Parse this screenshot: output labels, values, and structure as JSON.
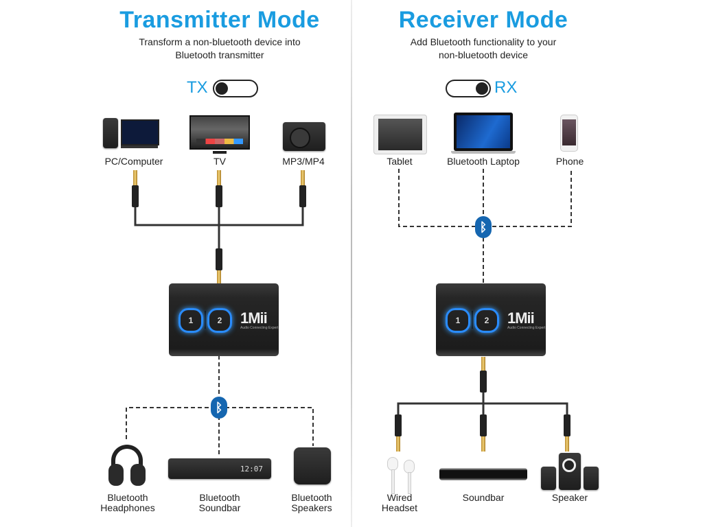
{
  "transmitter": {
    "title": "Transmitter Mode",
    "subtitle_line1": "Transform a non-bluetooth device into",
    "subtitle_line2": "Bluetooth transmitter",
    "switch_label": "TX",
    "switch_state": "left",
    "sources": [
      {
        "label": "PC/Computer",
        "icon": "pc-computer-icon"
      },
      {
        "label": "TV",
        "icon": "tv-icon"
      },
      {
        "label": "MP3/MP4",
        "icon": "mp3-player-icon"
      }
    ],
    "adapter": {
      "brand": "1Mii",
      "tagline": "Audio Connecting Expert",
      "button1": "1",
      "button2": "2"
    },
    "connection": "bluetooth",
    "outputs": [
      {
        "label_line1": "Bluetooth",
        "label_line2": "Headphones",
        "icon": "headphones-icon"
      },
      {
        "label_line1": "Bluetooth",
        "label_line2": "Soundbar",
        "icon": "soundbar-icon",
        "display": "12:07"
      },
      {
        "label_line1": "Bluetooth",
        "label_line2": "Speakers",
        "icon": "speaker-icon"
      }
    ]
  },
  "receiver": {
    "title": "Receiver Mode",
    "subtitle_line1": "Add Bluetooth functionality to your",
    "subtitle_line2": "non-bluetooth device",
    "switch_label": "RX",
    "switch_state": "right",
    "sources": [
      {
        "label": "Tablet",
        "icon": "tablet-icon"
      },
      {
        "label": "Bluetooth Laptop",
        "icon": "laptop-icon"
      },
      {
        "label": "Phone",
        "icon": "phone-icon"
      }
    ],
    "adapter": {
      "brand": "1Mii",
      "tagline": "Audio Connecting Expert",
      "button1": "1",
      "button2": "2"
    },
    "connection": "aux-cable",
    "outputs": [
      {
        "label_line1": "Wired",
        "label_line2": "Headset",
        "icon": "earphones-icon"
      },
      {
        "label_line1": "Soundbar",
        "label_line2": "",
        "icon": "soundbar-icon"
      },
      {
        "label_line1": "Speaker",
        "label_line2": "",
        "icon": "speaker-system-icon"
      }
    ]
  },
  "colors": {
    "accent": "#1a9ce0",
    "bluetooth": "#1566b0",
    "led": "#2a8cff"
  }
}
